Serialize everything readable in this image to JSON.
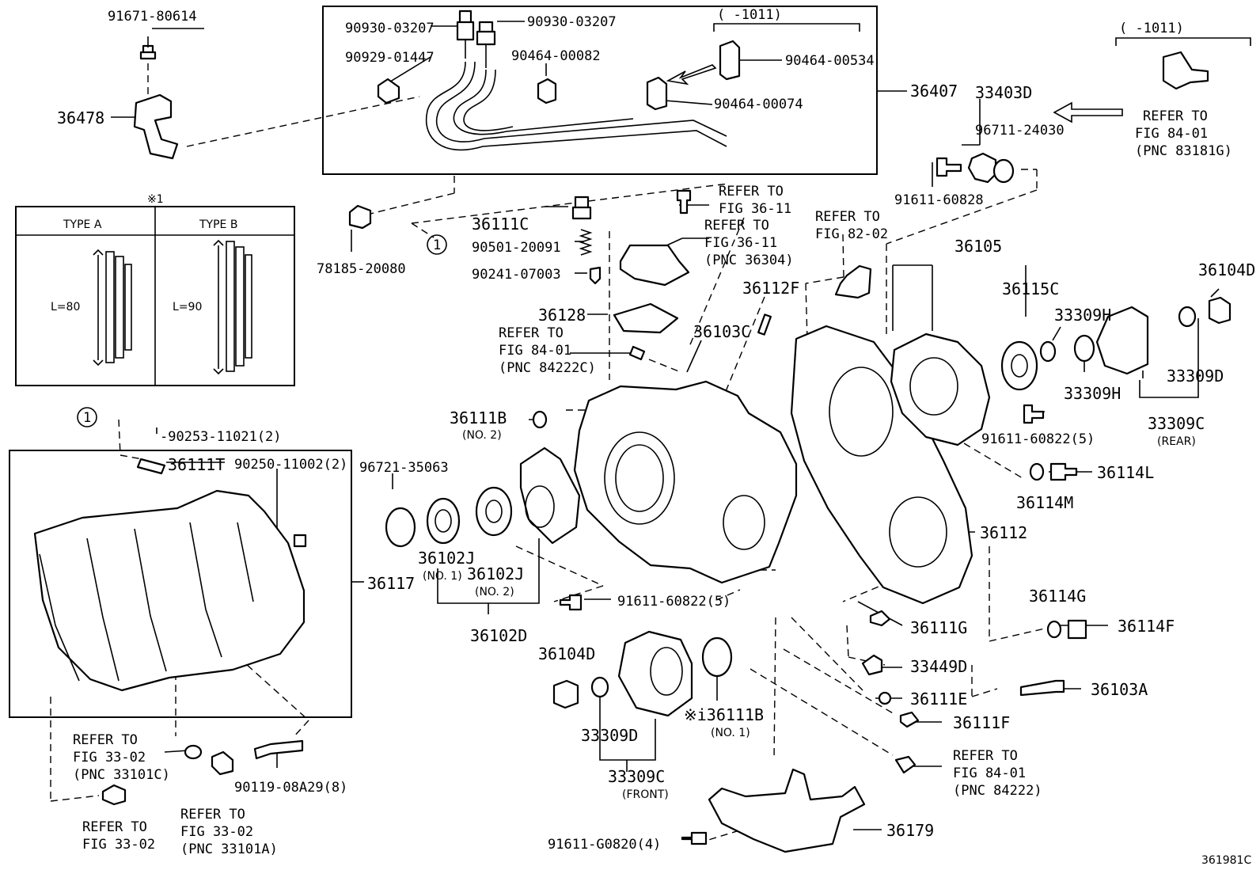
{
  "diagram_id": "361981C",
  "table": {
    "note": "※1",
    "type_a": "TYPE A",
    "type_b": "TYPE B",
    "len_a": "L=80",
    "len_b": "L=90"
  },
  "circle_ref": "1",
  "labels": {
    "p91671": "91671-80614",
    "p36478": "36478",
    "p90930a": "90930-03207",
    "p90930b": "90930-03207",
    "p90929": "90929-01447",
    "p90464_82": "90464-00082",
    "p1011a": "(   -1011)",
    "p90464_534": "90464-00534",
    "p90464_74": "90464-00074",
    "p36407": "36407",
    "p78185": "78185-20080",
    "p1011b": "(   -1011)",
    "ref_8401_83181_a": "REFER TO",
    "ref_8401_83181_b": "FIG 84-01",
    "ref_8401_83181_c": "(PNC 83181G)",
    "p33403D": "33403D",
    "p96711": "96711-24030",
    "p91611_828": "91611-60828",
    "p36111C": "36111C",
    "ref_3611_a": "REFER TO",
    "ref_3611_b": "FIG 36-11",
    "ref_3611p_a": "REFER TO",
    "ref_3611p_b": "FIG 36-11",
    "ref_3611p_c": "(PNC 36304)",
    "p90501": "90501-20091",
    "p90241": "90241-07003",
    "ref_8202_a": "REFER TO",
    "ref_8202_b": "FIG 82-02",
    "p36105": "36105",
    "p36104D_r": "36104D",
    "p36115C": "36115C",
    "p33309H_a": "33309H",
    "p36112F": "36112F",
    "p36128": "36128",
    "ref_8401_84222C_a": "REFER TO",
    "ref_8401_84222C_b": "FIG 84-01",
    "ref_8401_84222C_c": "(PNC 84222C)",
    "p36103C": "36103C",
    "p33309H_b": "33309H",
    "p33309D_r": "33309D",
    "p36111B": "36111B",
    "p36111B_no2": "(NO. 2)",
    "p33309C_r": "33309C",
    "p33309C_rear": "(REAR)",
    "p91611_822_a": "91611-60822(5)",
    "p90253": "-90253-11021(2)",
    "p36111T": "36111T",
    "p90250": "90250-11002(2)",
    "p96721": "96721-35063",
    "p36114L": "36114L",
    "p36114M": "36114M",
    "p36112": "36112",
    "p36117": "36117",
    "p36102J_1": "36102J",
    "p36102J_1n": "(NO. 1)",
    "p36102J_2": "36102J",
    "p36102J_2n": "(NO. 2)",
    "p91611_822_b": "91611-60822(5)",
    "p36102D": "36102D",
    "p36114G": "36114G",
    "p36114F": "36114F",
    "p36111G": "36111G",
    "p36104D_f": "36104D",
    "p33449D": "33449D",
    "p36103A": "36103A",
    "p36111E": "36111E",
    "p36111B_f": "※i36111B",
    "p36111B_no1": "(NO. 1)",
    "p36111F": "36111F",
    "p33309D_f": "33309D",
    "ref_3302_c_a": "REFER TO",
    "ref_3302_c_b": "FIG 33-02",
    "ref_3302_c_c": "(PNC 33101C)",
    "ref_8401_84222_a": "REFER TO",
    "ref_8401_84222_b": "FIG 84-01",
    "ref_8401_84222_c": "(PNC 84222)",
    "p33309C_f": "33309C",
    "p33309C_front": "(FRONT)",
    "p90119": "90119-08A29(8)",
    "ref_3302_a": "REFER TO",
    "ref_3302_b": "FIG 33-02",
    "ref_3302_a_a": "REFER TO",
    "ref_3302_a_b": "FIG 33-02",
    "ref_3302_a_c": "(PNC 33101A)",
    "p36179": "36179",
    "p91611_G0820": "91611-G0820(4)"
  }
}
